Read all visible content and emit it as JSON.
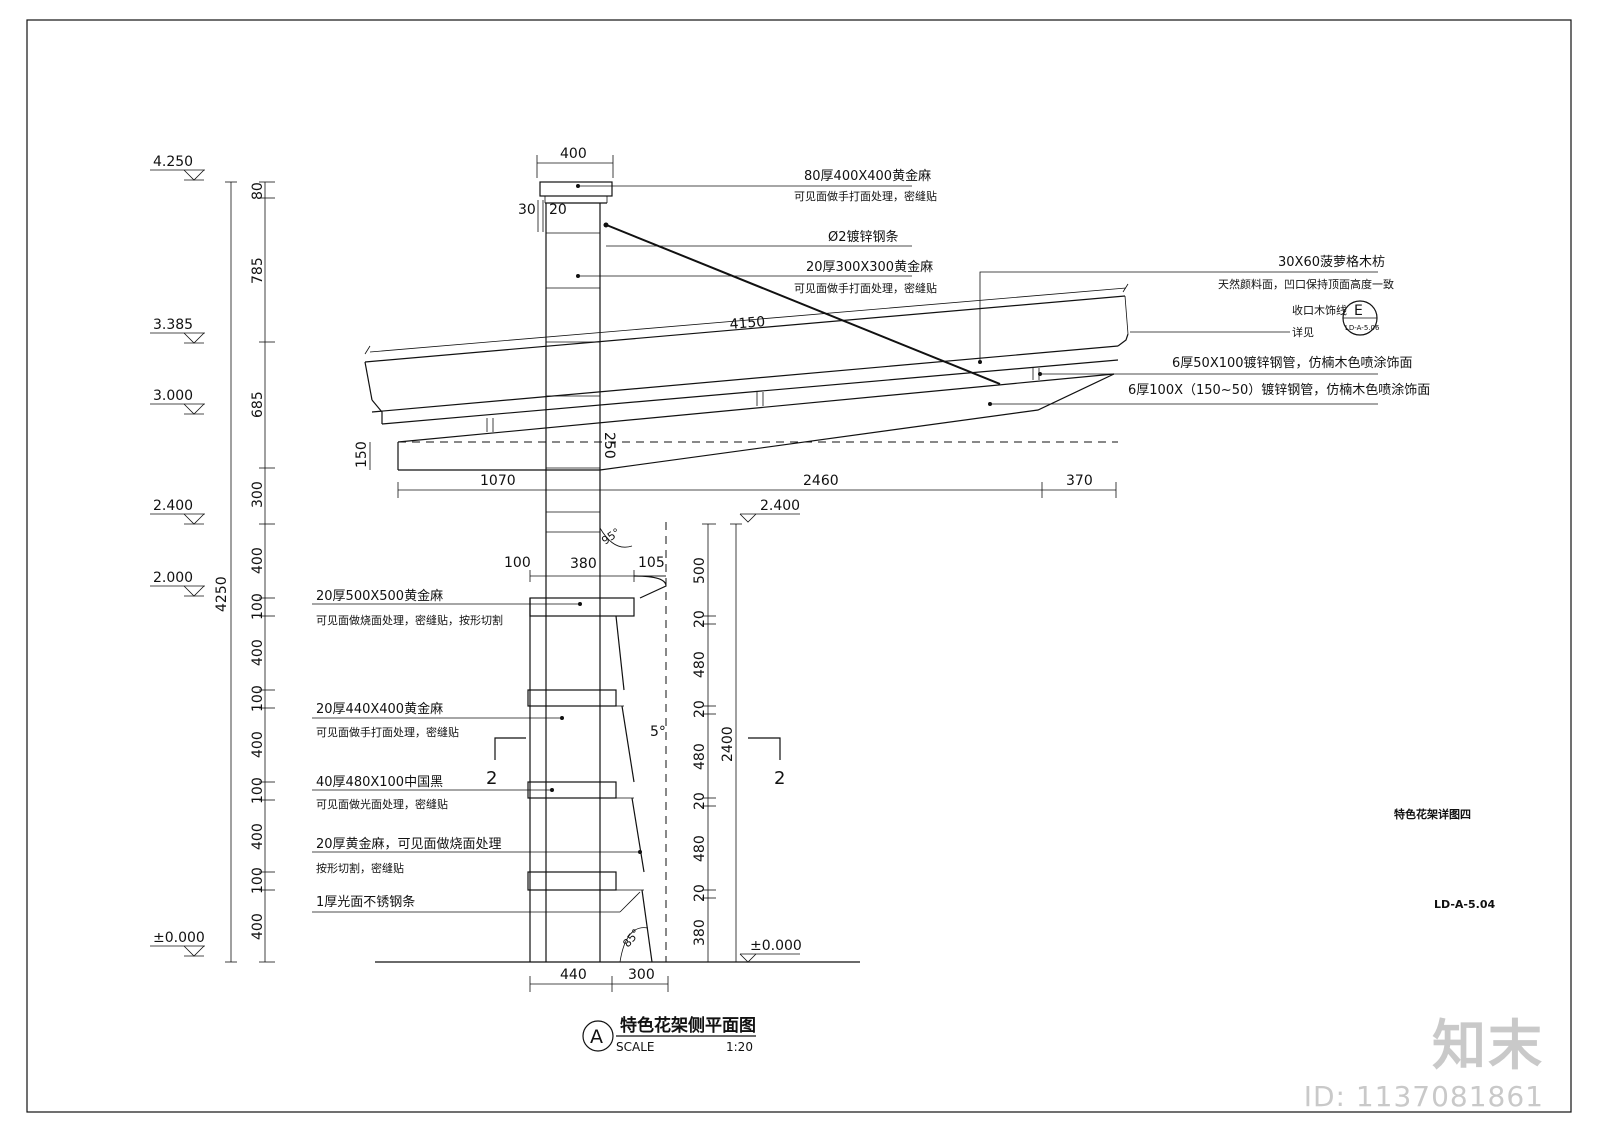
{
  "sheet": {
    "drawing_title": "特色花架详图四",
    "drawing_number": "LD-A-5.04",
    "view_title": "特色花架侧平面图",
    "view_mark": "A",
    "scale_label": "SCALE",
    "scale_value": "1:20"
  },
  "elevations": [
    "4.250",
    "3.385",
    "3.000",
    "2.400",
    "2.000",
    "±0.000",
    "2.400",
    "±0.000"
  ],
  "dims_left_inner": [
    "80",
    "785",
    "685",
    "300",
    "400",
    "100",
    "400",
    "100",
    "400",
    "100",
    "400",
    "100",
    "400"
  ],
  "dim_left_total": "4250",
  "dims_top": [
    "400",
    "30",
    "20"
  ],
  "dims_beam": [
    "4150",
    "150",
    "250",
    "1070",
    "2460",
    "370"
  ],
  "dims_column": [
    "100",
    "380",
    "105",
    "95°",
    "5°",
    "85°",
    "440",
    "300"
  ],
  "dims_right": [
    "500",
    "20",
    "480",
    "20",
    "480",
    "20",
    "480",
    "20",
    "380"
  ],
  "dim_right_total": "2400",
  "section_marks": [
    "2",
    "2"
  ],
  "notes_top": [
    {
      "line1": "80厚400X400黄金麻",
      "line2": "可见面做手打面处理，密缝贴"
    },
    {
      "line1": "Ø2镀锌钢条",
      "line2": ""
    },
    {
      "line1": "20厚300X300黄金麻",
      "line2": "可见面做手打面处理，密缝贴"
    }
  ],
  "notes_right": {
    "line1": "30X60菠萝格木枋",
    "line2": "天然颜料面，凹口保持顶面高度一致",
    "line3": "收口木饰线",
    "line4": "详见",
    "detail_mark": "E",
    "detail_ref": "LD-A-5.06",
    "line5": "6厚50X100镀锌钢管，仿楠木色喷涂饰面",
    "line6": "6厚100X（150~50）镀锌钢管，仿楠木色喷涂饰面"
  },
  "notes_left": [
    {
      "line1": "20厚500X500黄金麻",
      "line2": "可见面做烧面处理，密缝贴，按形切割"
    },
    {
      "line1": "20厚440X400黄金麻",
      "line2": "可见面做手打面处理，密缝贴"
    },
    {
      "line1": "40厚480X100中国黑",
      "line2": "可见面做光面处理，密缝贴"
    },
    {
      "line1": "20厚黄金麻，可见面做烧面处理",
      "line2": "按形切割，密缝贴"
    },
    {
      "line1": "1厚光面不锈钢条",
      "line2": ""
    }
  ],
  "watermark": {
    "logo": "知末",
    "id": "ID: 1137081861"
  }
}
